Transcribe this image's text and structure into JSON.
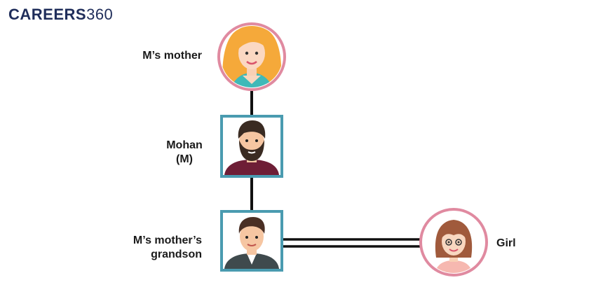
{
  "logo": {
    "part1": "CAREERS",
    "part2": "360"
  },
  "nodes": {
    "mother": {
      "label": "M’s mother"
    },
    "mohan": {
      "label_line1": "Mohan",
      "label_line2": "(M)"
    },
    "grandson": {
      "label_line1": "M’s mother’s",
      "label_line2": "grandson"
    },
    "girl": {
      "label": "Girl"
    }
  },
  "colors": {
    "female_border": "#e08aa0",
    "male_border": "#4a9bb0",
    "connector": "#111111",
    "logo": "#1f2d5a"
  },
  "icons": {
    "mother": "woman-avatar-icon",
    "mohan": "bearded-man-avatar-icon",
    "grandson": "young-man-avatar-icon",
    "girl": "girl-avatar-icon"
  }
}
